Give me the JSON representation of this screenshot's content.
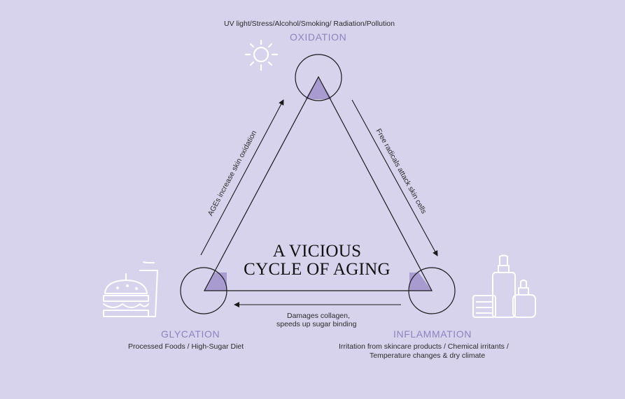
{
  "title_line1": "A VICIOUS",
  "title_line2": "CYCLE OF AGING",
  "oxidation": {
    "causes": "UV light/Stress/Alcohol/Smoking/ Radiation/Pollution",
    "label": "OXIDATION",
    "icon": "sun-icon"
  },
  "glycation": {
    "label": "GLYCATION",
    "causes": "Processed Foods / High-Sugar Diet",
    "icon": "burger-drink-icon"
  },
  "inflammation": {
    "label": "INFLAMMATION",
    "causes_line1": "Irritation from skincare products / Chemical irritants /",
    "causes_line2": "Temperature  changes & dry climate",
    "icon": "skincare-bottles-icon"
  },
  "arrows": {
    "left": "AGEs increase skin oxidation",
    "right": "Free radicals attack skin cells",
    "bottom_line1": "Damages collagen,",
    "bottom_line2": "speeds up sugar binding"
  },
  "colors": {
    "background": "#d7d3ec",
    "accent": "#8c83c0",
    "fill": "#a79bd0",
    "line": "#1a1a1a",
    "icon": "#ffffff"
  }
}
